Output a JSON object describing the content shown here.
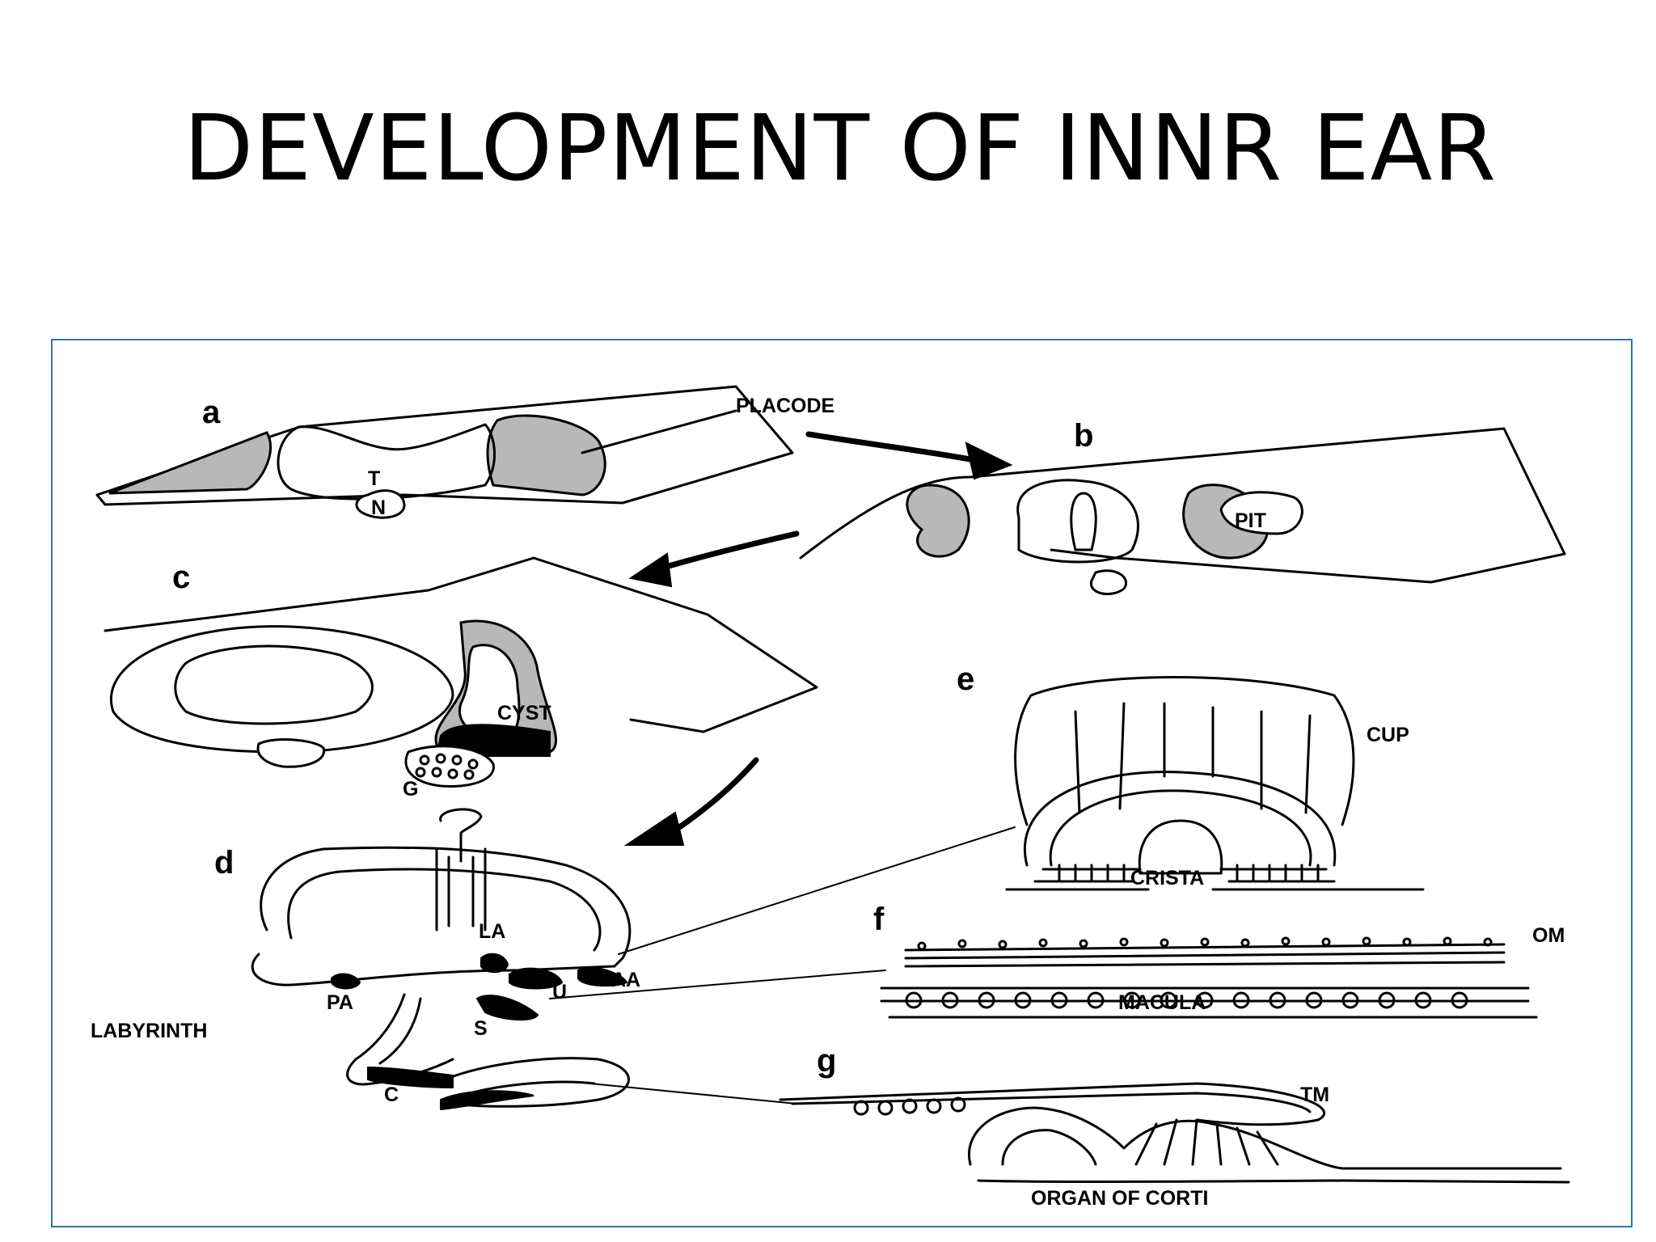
{
  "slide": {
    "title": "DEVELOPMENT OF INNR EAR"
  },
  "panels": {
    "a": "a",
    "b": "b",
    "c": "c",
    "d": "d",
    "e": "e",
    "f": "f",
    "g": "g"
  },
  "labels": {
    "placode": "PLACODE",
    "t": "T",
    "n": "N",
    "pit": "PIT",
    "cyst": "CYST",
    "g_ganglion": "G",
    "la": "LA",
    "pa": "PA",
    "aa": "AA",
    "u": "U",
    "s": "S",
    "c_cochlea": "C",
    "labyrinth": "LABYRINTH",
    "cup": "CUP",
    "crista": "CRISTA",
    "om": "OM",
    "macula": "MACULA",
    "tm": "TM",
    "organ_of_corti": "ORGAN OF CORTI"
  },
  "colors": {
    "frame_border": "#2e75b6",
    "tissue_shade": "#b8b8b8",
    "ink": "#000000"
  }
}
